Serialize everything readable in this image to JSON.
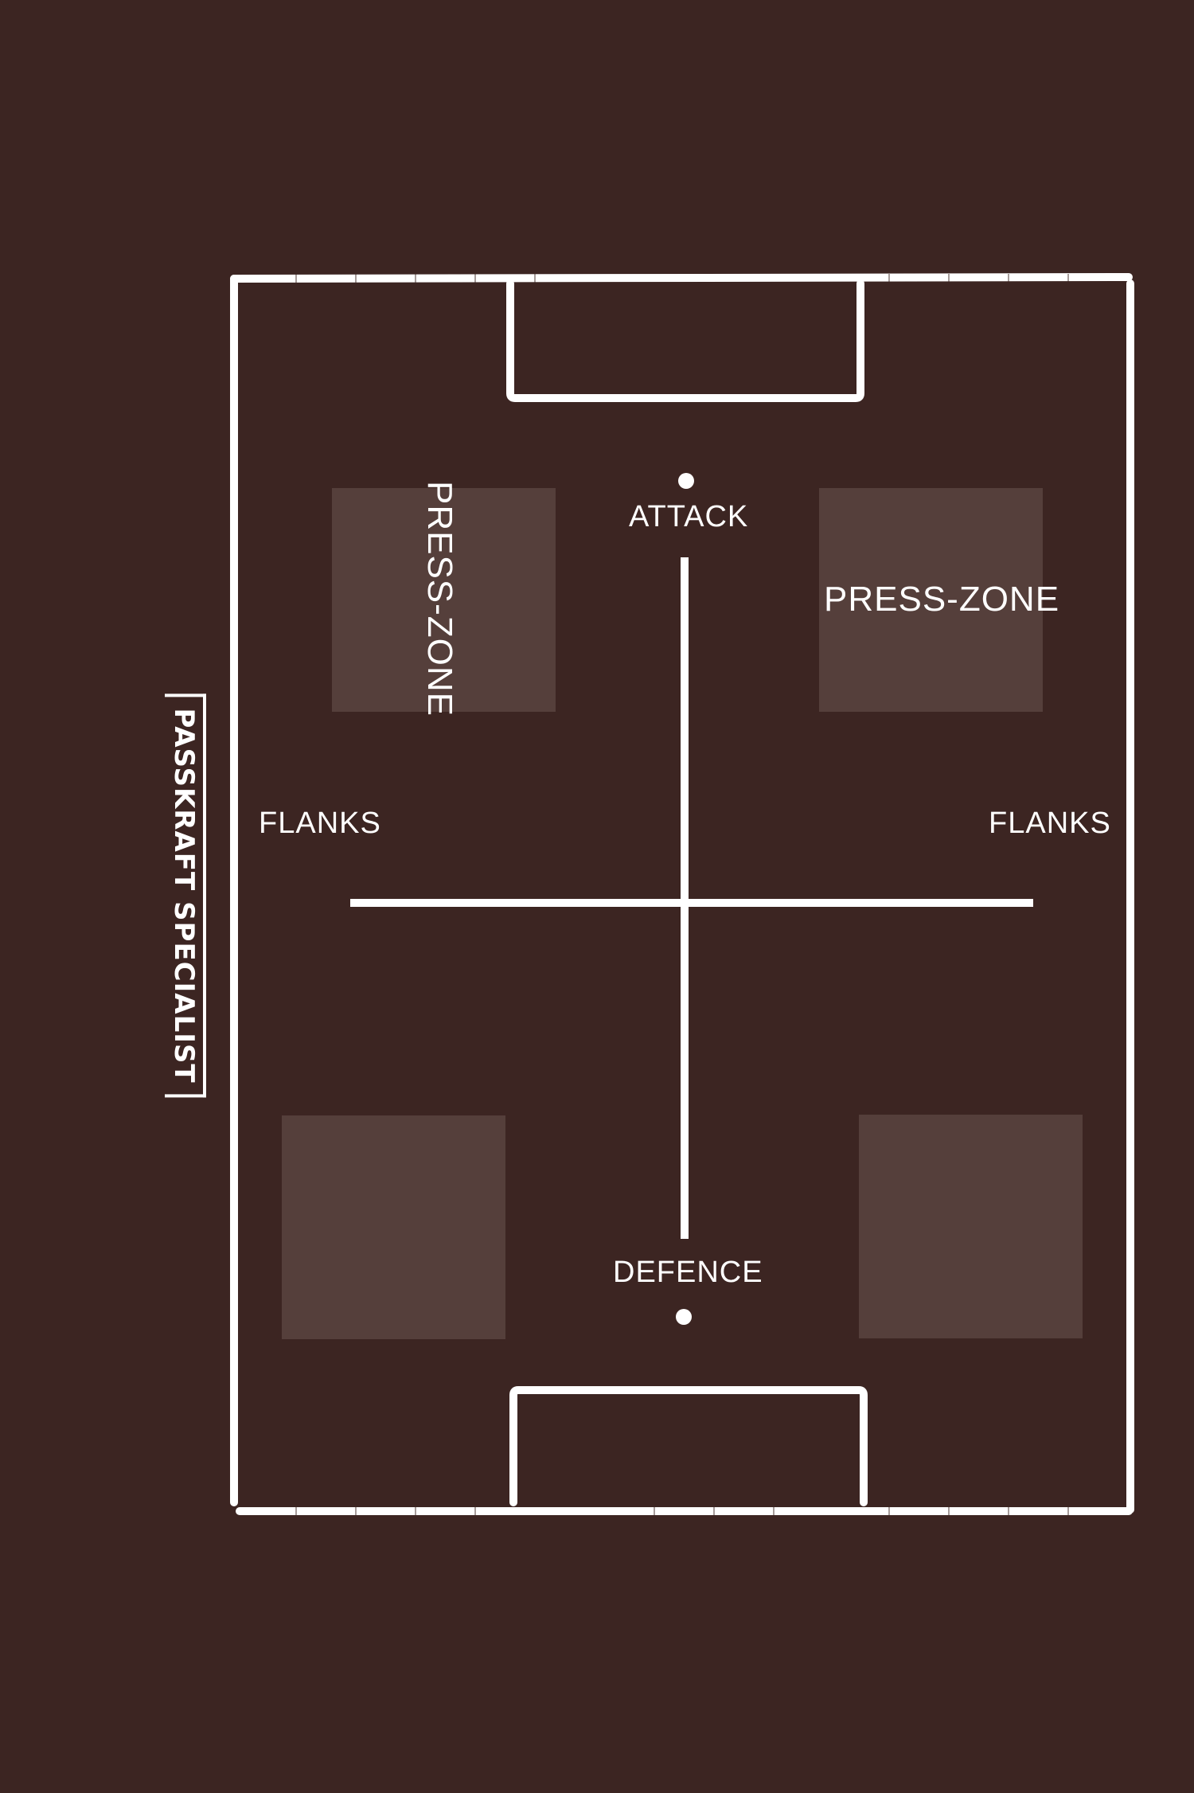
{
  "labels": {
    "attack": "ATTACK",
    "defence": "DEFENCE",
    "flanks_left": "FLANKS",
    "flanks_right": "FLANKS",
    "press_zone_left": "PRESS-ZONE",
    "press_zone_right": "PRESS-ZONE"
  },
  "brand": {
    "text": "PASSKRAFT SPECIALIST"
  },
  "colors": {
    "background": "#3c2522",
    "lines": "#ffffff",
    "zone": "#553f3b",
    "text": "#ffffff"
  }
}
